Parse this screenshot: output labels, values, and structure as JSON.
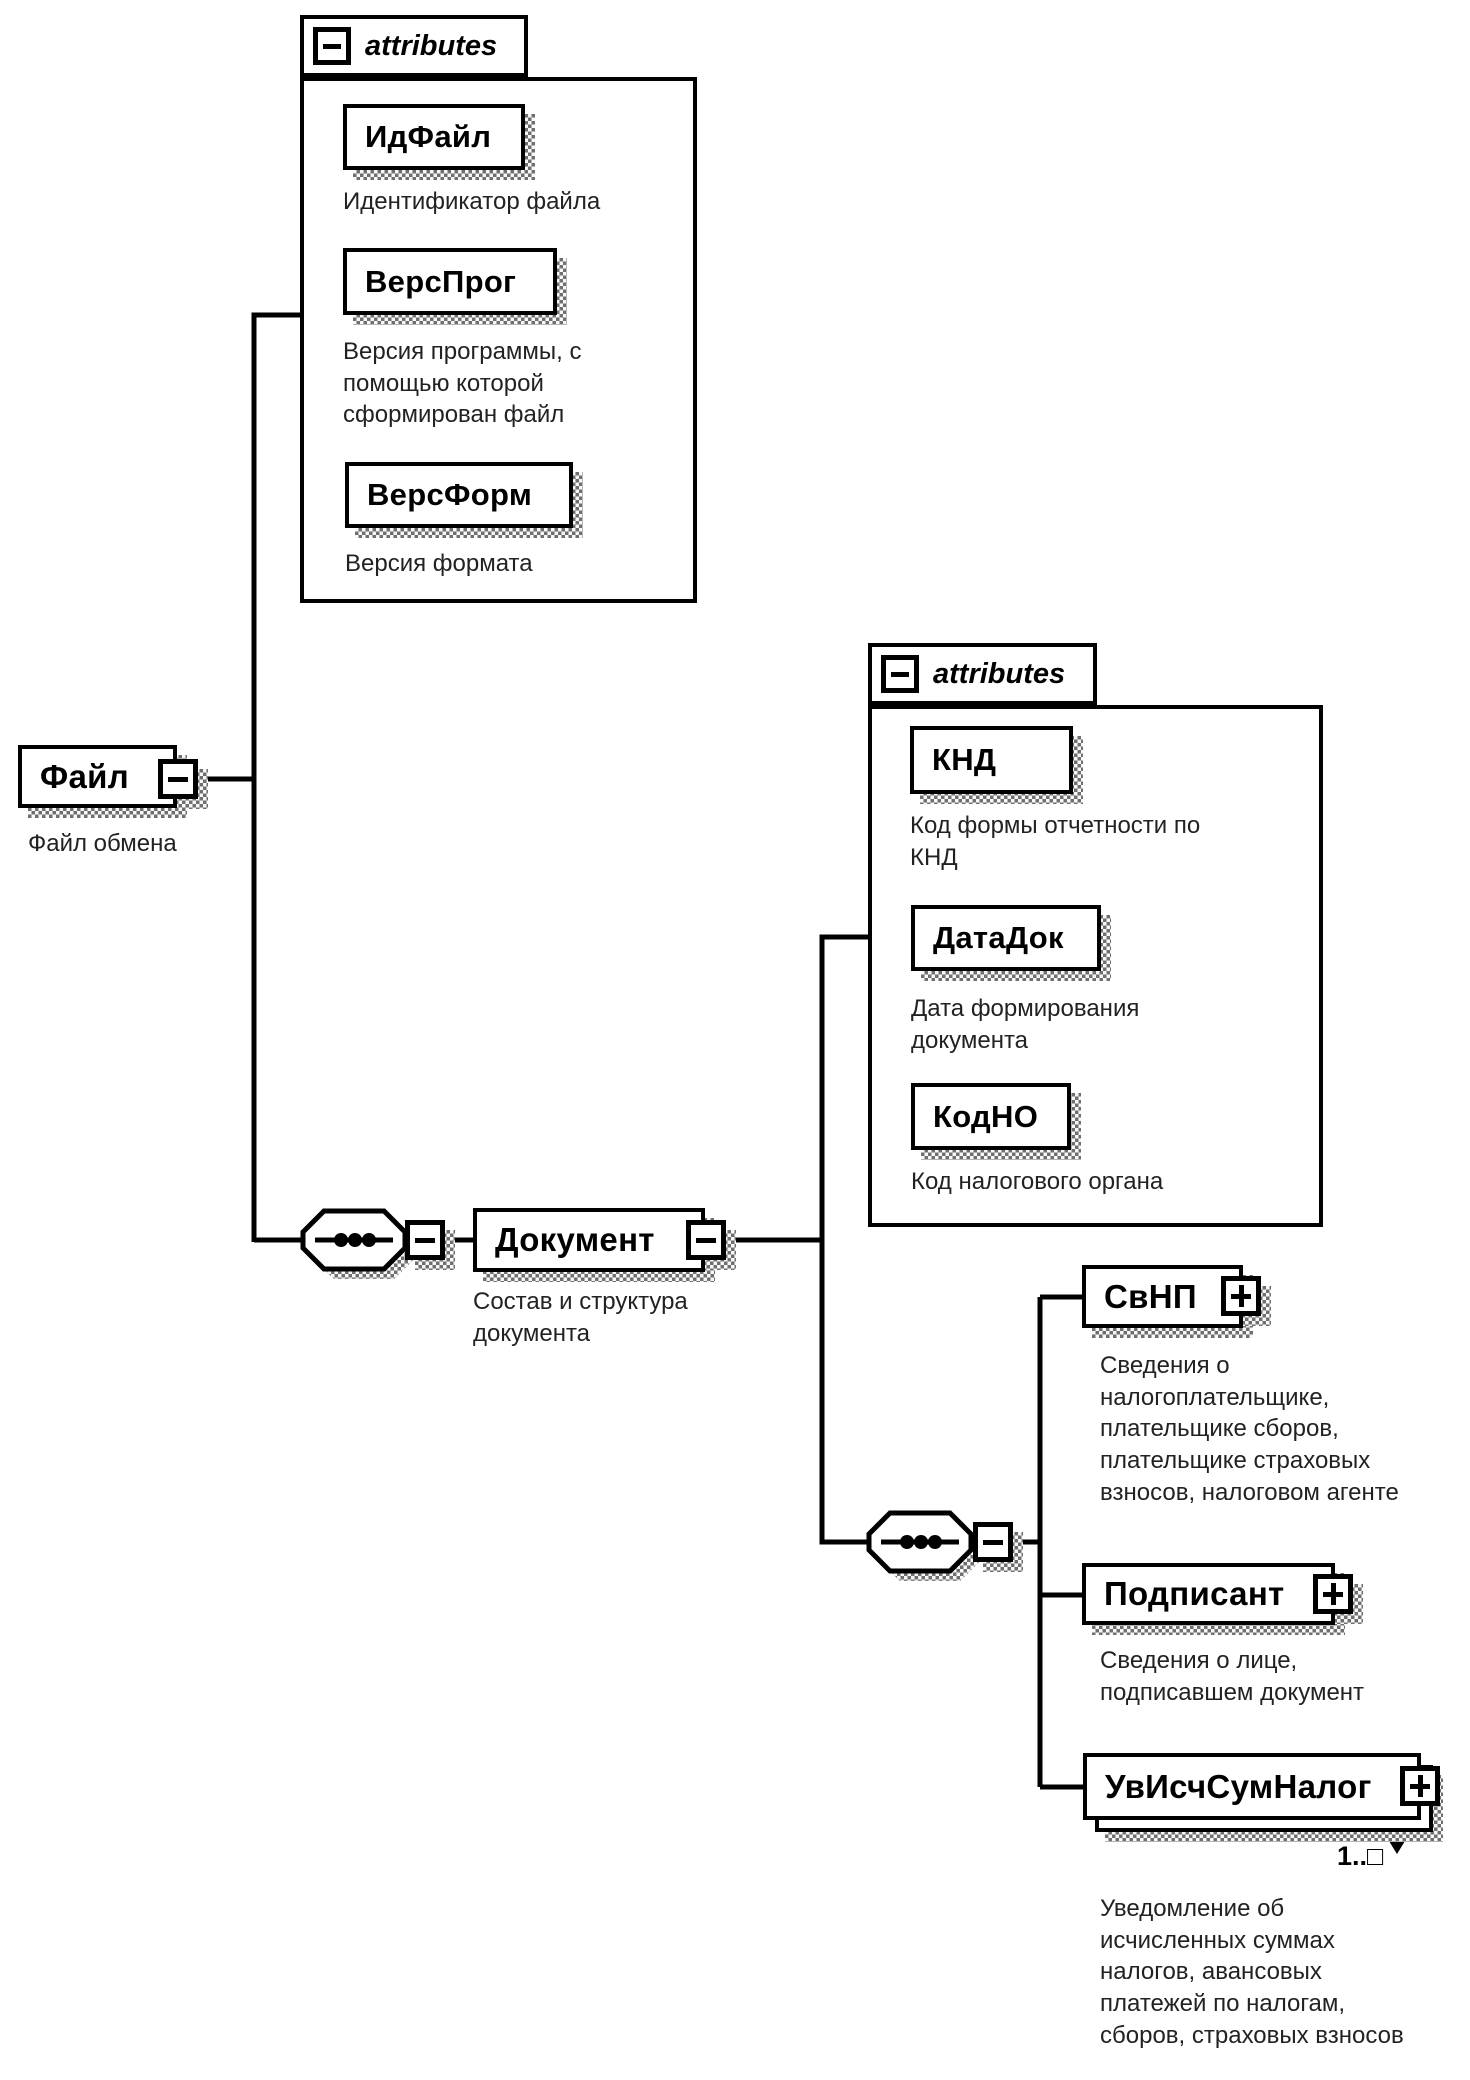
{
  "file_node": {
    "label": "Файл",
    "caption": "Файл обмена"
  },
  "attributes_group_1": {
    "label": "attributes",
    "attributes": [
      {
        "name": "ИдФайл",
        "caption": "Идентификатор файла"
      },
      {
        "name": "ВерсПрог",
        "caption": "Версия программы, с\nпомощью которой\nсформирован файл"
      },
      {
        "name": "ВерсФорм",
        "caption": "Версия формата"
      }
    ]
  },
  "document_node": {
    "label": "Документ",
    "caption": "Состав и структура\nдокумента"
  },
  "attributes_group_2": {
    "label": "attributes",
    "attributes": [
      {
        "name": "КНД",
        "caption": "Код формы отчетности по\nКНД"
      },
      {
        "name": "ДатаДок",
        "caption": "Дата формирования\nдокумента"
      },
      {
        "name": "КодНО",
        "caption": "Код налогового органа"
      }
    ]
  },
  "document_children": [
    {
      "label": "СвНП",
      "caption": "Сведения о\nналогоплательщике,\nплательщике сборов,\nплательщике страховых\nвзносов, налоговом агенте"
    },
    {
      "label": "Подписант",
      "caption": "Сведения о лице,\nподписавшем документ"
    },
    {
      "label": "УвИсчСумНалог",
      "caption": "Уведомление об\nисчисленных суммах\nналогов, авансовых\nплатежей по налогам,\nсборов, страховых взносов",
      "occurrence": "1..□"
    }
  ],
  "icons": {
    "collapse": "minus-icon",
    "expand": "plus-icon",
    "compositor": "sequence-icon",
    "occurrence_arrow": "down-arrow-icon"
  },
  "colors": {
    "line": "#000000",
    "box_bg": "#ffffff",
    "shadow": "#8c8c8c",
    "caption": "#222222"
  }
}
